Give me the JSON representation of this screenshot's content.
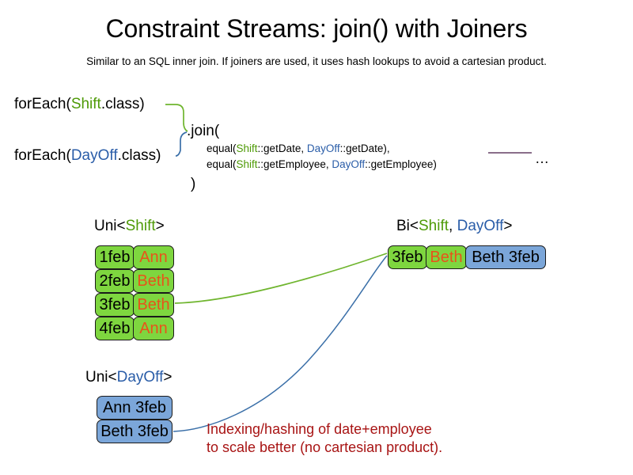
{
  "header": {
    "title": "Constraint Streams: join() with Joiners",
    "subtitle": "Similar to an SQL inner join. If joiners are used, it uses hash lookups to avoid a cartesian product."
  },
  "colors": {
    "shift_green": "#4E9A06",
    "dayoff_blue": "#2A5DA8",
    "box_green": "#7ED63F",
    "box_blue": "#7BA6D9",
    "name_orange": "#E8531A",
    "note_red": "#A81414",
    "wire_green": "#6FB52E",
    "wire_blue": "#3A6FA8",
    "wire_purple": "#7A5A7A"
  },
  "code": {
    "foreach_shift": {
      "prefix": "forEach(",
      "type": "Shift",
      "suffix": ".class)"
    },
    "foreach_dayoff": {
      "prefix": "forEach(",
      "type": "DayOff",
      "suffix": ".class)"
    },
    "join_open": ".join(",
    "join_close": ")",
    "joiners": [
      {
        "fn": "equal(",
        "left_type": "Shift",
        "left_method": "::getDate, ",
        "right_type": "DayOff",
        "right_method": "::getDate),",
        "tail": ""
      },
      {
        "fn": "equal(",
        "left_type": "Shift",
        "left_method": "::getEmployee, ",
        "right_type": "DayOff",
        "right_method": "::getEmployee)",
        "tail": ""
      }
    ],
    "ellipsis": "…"
  },
  "streams": {
    "uni_shift": {
      "label_prefix": "Uni<",
      "label_type": "Shift",
      "label_suffix": ">",
      "rows": [
        {
          "date": "1feb",
          "employee": "Ann"
        },
        {
          "date": "2feb",
          "employee": "Beth"
        },
        {
          "date": "3feb",
          "employee": "Beth"
        },
        {
          "date": "4feb",
          "employee": "Ann"
        }
      ]
    },
    "uni_dayoff": {
      "label_prefix": "Uni<",
      "label_type": "DayOff",
      "label_suffix": ">",
      "rows": [
        {
          "text": "Ann 3feb"
        },
        {
          "text": "Beth 3feb"
        }
      ]
    },
    "bi_join": {
      "label_prefix": "Bi<",
      "label_type_a": "Shift",
      "label_sep": ", ",
      "label_type_b": "DayOff",
      "label_suffix": ">",
      "cells": [
        {
          "text": "3feb"
        },
        {
          "text": "Beth"
        },
        {
          "text": "Beth 3feb"
        }
      ]
    }
  },
  "note": {
    "line1": "Indexing/hashing of date+employee",
    "line2": "to scale better (no cartesian product)."
  }
}
